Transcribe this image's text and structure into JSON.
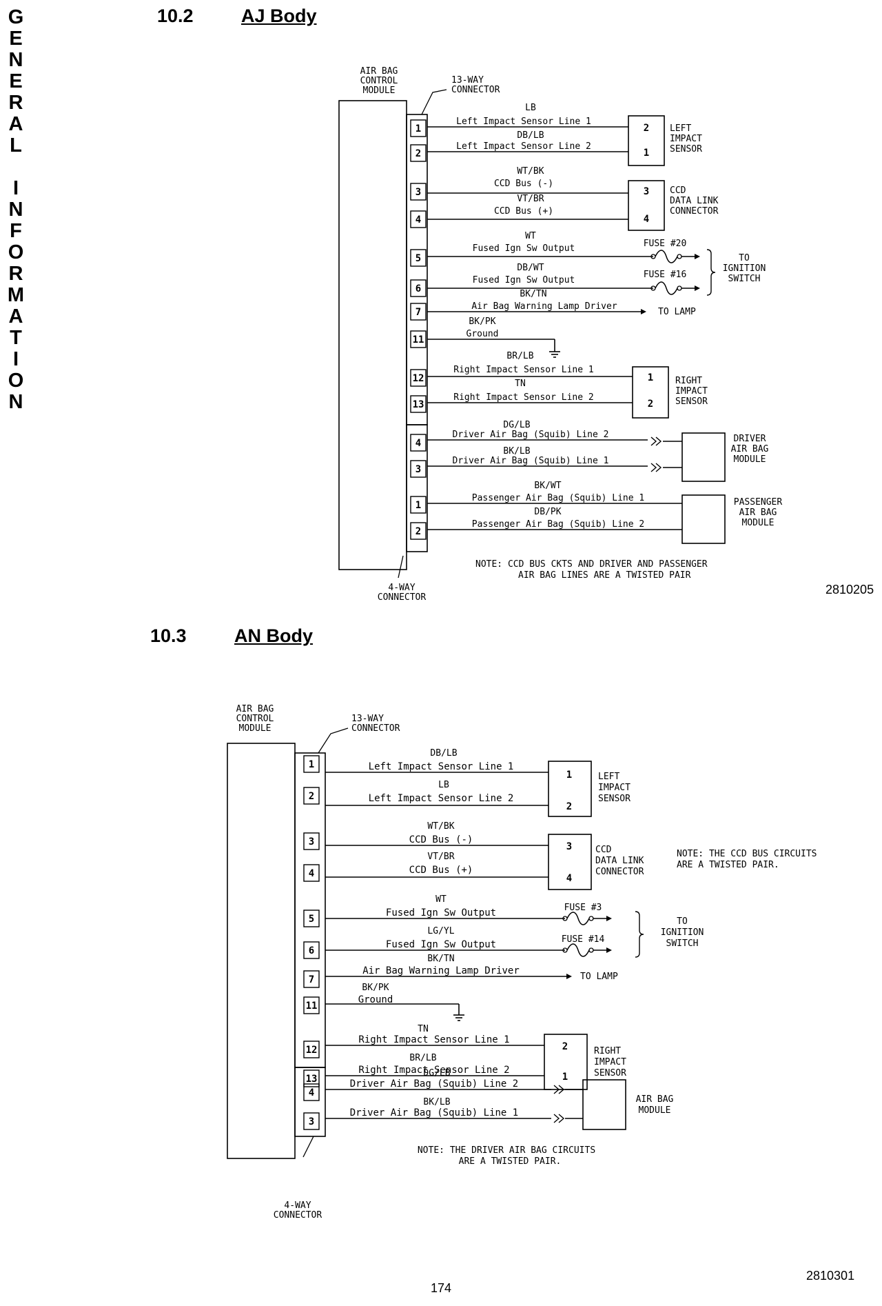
{
  "sidebar_letters": [
    "G",
    "E",
    "N",
    "E",
    "R",
    "A",
    "L",
    "",
    "I",
    "N",
    "F",
    "O",
    "R",
    "M",
    "A",
    "T",
    "I",
    "O",
    "N"
  ],
  "page_number": "174",
  "sections": [
    {
      "number": "10.2",
      "title": "AJ Body",
      "figure_number": "2810205",
      "module_label": [
        "AIR BAG",
        "CONTROL",
        "MODULE"
      ],
      "connector13_label": [
        "13-WAY",
        "CONNECTOR"
      ],
      "connector4_label": [
        "4-WAY",
        "CONNECTOR"
      ],
      "circuits": [
        {
          "pin": "1",
          "color": "LB",
          "desc": "Left Impact Sensor Line 1",
          "dest_pin": "2"
        },
        {
          "pin": "2",
          "color": "DB/LB",
          "desc": "Left Impact Sensor Line 2",
          "dest_pin": "1"
        },
        {
          "pin": "3",
          "color": "WT/BK",
          "desc": "CCD Bus (-)",
          "dest_pin": "3"
        },
        {
          "pin": "4",
          "color": "VT/BR",
          "desc": "CCD Bus (+)",
          "dest_pin": "4"
        },
        {
          "pin": "5",
          "color": "WT",
          "desc": "Fused Ign Sw Output",
          "fuse": "FUSE #20"
        },
        {
          "pin": "6",
          "color": "DB/WT",
          "desc": "Fused Ign Sw Output",
          "fuse": "FUSE #16"
        },
        {
          "pin": "7",
          "color": "BK/TN",
          "desc": "Air Bag Warning Lamp Driver",
          "dest": "TO LAMP"
        },
        {
          "pin": "11",
          "color": "BK/PK",
          "desc": "Ground"
        },
        {
          "pin": "12",
          "color": "BR/LB",
          "desc": "Right Impact Sensor Line 1",
          "dest_pin": "1"
        },
        {
          "pin": "13",
          "color": "TN",
          "desc": "Right Impact Sensor Line 2",
          "dest_pin": "2"
        }
      ],
      "squib_circuits": [
        {
          "pin": "4",
          "color": "DG/LB",
          "desc": "Driver Air Bag (Squib) Line 2"
        },
        {
          "pin": "3",
          "color": "BK/LB",
          "desc": "Driver Air Bag (Squib) Line 1"
        },
        {
          "pin": "1",
          "color": "BK/WT",
          "desc": "Passenger Air Bag (Squib) Line 1"
        },
        {
          "pin": "2",
          "color": "DB/PK",
          "desc": "Passenger Air Bag (Squib) Line 2"
        }
      ],
      "components": {
        "left_sensor": [
          "LEFT",
          "IMPACT",
          "SENSOR"
        ],
        "ccd": [
          "CCD",
          "DATA LINK",
          "CONNECTOR"
        ],
        "ignition": [
          "TO",
          "IGNITION",
          "SWITCH"
        ],
        "right_sensor": [
          "RIGHT",
          "IMPACT",
          "SENSOR"
        ],
        "driver_module": [
          "DRIVER",
          "AIR BAG",
          "MODULE"
        ],
        "passenger_module": [
          "PASSENGER",
          "AIR BAG",
          "MODULE"
        ]
      },
      "note": [
        "NOTE: CCD BUS CKTS AND DRIVER AND PASSENGER",
        "AIR BAG LINES ARE A TWISTED PAIR"
      ]
    },
    {
      "number": "10.3",
      "title": "AN Body",
      "figure_number": "2810301",
      "module_label": [
        "AIR BAG",
        "CONTROL",
        "MODULE"
      ],
      "connector13_label": [
        "13-WAY",
        "CONNECTOR"
      ],
      "connector4_label": [
        "4-WAY",
        "CONNECTOR"
      ],
      "circuits": [
        {
          "pin": "1",
          "color": "DB/LB",
          "desc": "Left Impact Sensor Line 1",
          "dest_pin": "1"
        },
        {
          "pin": "2",
          "color": "LB",
          "desc": "Left Impact Sensor Line 2",
          "dest_pin": "2"
        },
        {
          "pin": "3",
          "color": "WT/BK",
          "desc": "CCD Bus (-)",
          "dest_pin": "3"
        },
        {
          "pin": "4",
          "color": "VT/BR",
          "desc": "CCD Bus (+)",
          "dest_pin": "4"
        },
        {
          "pin": "5",
          "color": "WT",
          "desc": "Fused Ign Sw Output",
          "fuse": "FUSE #3"
        },
        {
          "pin": "6",
          "color": "LG/YL",
          "desc": "Fused Ign Sw Output",
          "fuse": "FUSE #14"
        },
        {
          "pin": "7",
          "color": "BK/TN",
          "desc": "Air Bag Warning Lamp Driver",
          "dest": "TO LAMP"
        },
        {
          "pin": "11",
          "color": "BK/PK",
          "desc": "Ground"
        },
        {
          "pin": "12",
          "color": "TN",
          "desc": "Right Impact Sensor Line 1",
          "dest_pin": "2"
        },
        {
          "pin": "13",
          "color": "BR/LB",
          "desc": "Right Impact Sensor Line 2",
          "dest_pin": "1"
        }
      ],
      "squib_circuits": [
        {
          "pin": "4",
          "color": "DG/LB",
          "desc": "Driver Air Bag (Squib) Line 2"
        },
        {
          "pin": "3",
          "color": "BK/LB",
          "desc": "Driver Air Bag (Squib) Line 1"
        }
      ],
      "components": {
        "left_sensor": [
          "LEFT",
          "IMPACT",
          "SENSOR"
        ],
        "ccd": [
          "CCD",
          "DATA LINK",
          "CONNECTOR"
        ],
        "ignition": [
          "TO",
          "IGNITION",
          "SWITCH"
        ],
        "right_sensor": [
          "RIGHT",
          "IMPACT",
          "SENSOR"
        ],
        "airbag_module": [
          "AIR BAG",
          "MODULE"
        ]
      },
      "ccd_note": [
        "NOTE: THE CCD BUS CIRCUITS",
        "ARE A TWISTED PAIR."
      ],
      "note": [
        "NOTE: THE DRIVER AIR BAG CIRCUITS",
        "ARE A TWISTED PAIR."
      ]
    }
  ]
}
